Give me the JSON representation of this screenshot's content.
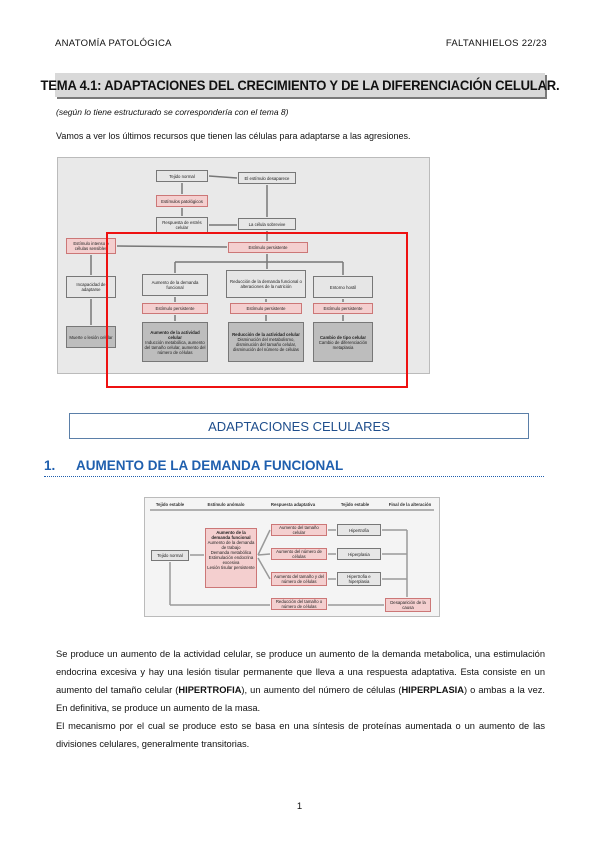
{
  "header": {
    "left": "ANATOMÍA PATOLÓGICA",
    "right": "FALTANHIELOS 22/23"
  },
  "title": "TEMA 4.1: ADAPTACIONES DEL CRECIMIENTO Y DE LA DIFERENCIACIÓN CELULAR.",
  "note": "(según lo tiene estructurado se correspondería con el tema 8)",
  "intro": "Vamos a ver los últimos recursos que tienen las células para adaptarse a las agresiones.",
  "figure1": {
    "tejido_normal": "Tejido normal",
    "estimulos_patologicos": "Estímulos patológicos",
    "respuesta": "Respuesta de estrés celular",
    "el_estimulo_desaparece": "El estímulo desaparece",
    "la_celula_sobrevive": "La célula sobrevive",
    "estimulo_intenso": "Estímulo intenso o células sensibles",
    "estimulo_persistente": "Estímulo persistente",
    "incapacidad": "Incapacidad de adaptarse",
    "muerte": "Muerte o lesión celular",
    "aumento_demanda": "Aumento de la demanda funcional",
    "reduccion_demanda": "Reducción de la demanda funcional o alteraciones de la nutrición",
    "entorno_hostil": "Entorno hostil",
    "aumento_actividad": "Aumento de la actividad celular",
    "aumento_actividad_desc": "Inducción metabólica, aumento del tamaño celular, aumento del número de células",
    "reduccion_actividad": "Reducción de la actividad celular",
    "reduccion_actividad_desc": "Disminución del metabolismo, disminución del tamaño celular, disminución del número de células",
    "cambio_tipo": "Cambio de tipo celular",
    "cambio_tipo_desc": "Cambio de diferenciación metaplasia"
  },
  "section_box": "ADAPTACIONES CELULARES",
  "section1": {
    "num": "1.",
    "title": "AUMENTO DE LA DEMANDA FUNCIONAL"
  },
  "figure2": {
    "col_headers": [
      "Tejido estable",
      "Estímulo anómalo",
      "Respuesta adaptativa",
      "Tejido estable",
      "Final de la alteración"
    ],
    "tejido_normal": "Tejido normal",
    "aumento_demanda": "Aumento de la demanda funcional",
    "items": [
      "Aumento de la demanda de trabajo",
      "Demanda metabólica",
      "Estimulación endocrina excesiva",
      "Lesión tisular persistente"
    ],
    "resp1": "Aumento del tamaño celular",
    "resp2": "Aumento del número de células",
    "resp3": "Aumento del tamaño y del número de células",
    "resp4": "Reducción del tamaño o número de células",
    "t1": "Hipertrofia",
    "t2": "Hiperplasia",
    "t3": "Hipertrofia e hiperplasia",
    "final": "Desaparición de la causa"
  },
  "paragraph1": {
    "a": "Se produce un aumento de la actividad celular, se produce un aumento de la demanda metabolica, una estimulación endocrina excesiva y hay una lesión tisular permanente que lleva a una respuesta adaptativa. Esta consiste en un aumento del tamaño celular (",
    "b": "HIPERTROFIA",
    "c": "), un aumento del número de células (",
    "d": "HIPERPLASIA",
    "e": ") o ambas a la vez.  En definitiva, se produce un aumento de la masa."
  },
  "paragraph2": "El mecanismo por el cual se produce esto se basa en una síntesis de proteínas aumentada o un aumento de las divisiones celulares, generalmente transitorias.",
  "page_number": "1"
}
